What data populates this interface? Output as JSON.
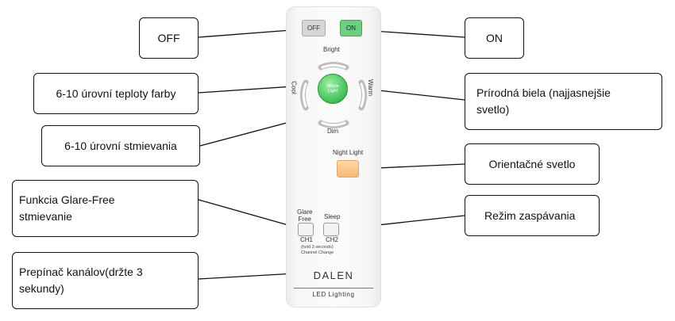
{
  "callouts": {
    "off": "OFF",
    "on": "ON",
    "color_temp": "6-10 úrovní teploty farby",
    "natural_white": "Prírodná biela (najjasnejšie\nsvetlo)",
    "dimming": "6-10 úrovní stmievania",
    "night_light": "Orientačné svetlo",
    "glare_free": "Funkcia Glare-Free\nstmievanie",
    "sleep_mode": "Režim zaspávania",
    "channel_switch": "Prepínač kanálov(držte 3\nsekundy)"
  },
  "remote": {
    "off_button": "OFF",
    "on_button": "ON",
    "bright": "Bright",
    "dim": "Dim",
    "cool": "Cool",
    "warm": "Warm",
    "whole_light": "Whole\nLight",
    "night_light": "Night Light",
    "glare_free": "Glare\nFree",
    "sleep": "Sleep",
    "ch1": "CH1",
    "ch2": "CH2",
    "hold": "(hold 3 seconds)",
    "channel_change": "Channel Change",
    "brand": "DALEN",
    "brand_sub": "LED Lighting"
  },
  "colors": {
    "on_button": "#6fcf7f",
    "whole_light": "#3fbf55",
    "night_light": "#f5b978",
    "off_button": "#d6d6d6"
  }
}
